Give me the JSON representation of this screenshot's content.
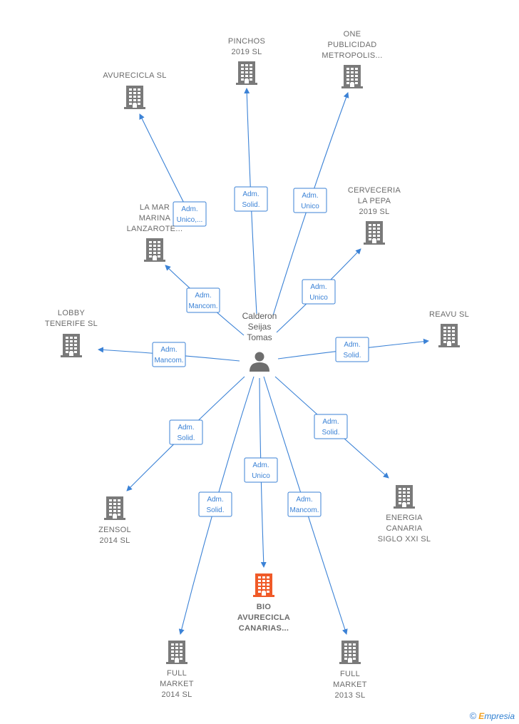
{
  "person": {
    "name_lines": [
      "Calderon",
      "Seijas",
      "Tomas"
    ]
  },
  "companies": [
    {
      "id": "avurecicla",
      "lines": [
        "AVURECICLA SL"
      ],
      "focus": false
    },
    {
      "id": "pinchos",
      "lines": [
        "PINCHOS",
        "2019  SL"
      ],
      "focus": false
    },
    {
      "id": "one",
      "lines": [
        "ONE",
        "PUBLICIDAD",
        "METROPOLIS..."
      ],
      "focus": false
    },
    {
      "id": "lamar",
      "lines": [
        "LA MAR",
        "MARINA",
        "LANZAROTE..."
      ],
      "focus": false
    },
    {
      "id": "cerveceria",
      "lines": [
        "CERVECERIA",
        "LA PEPA",
        "2019  SL"
      ],
      "focus": false
    },
    {
      "id": "lobby",
      "lines": [
        "LOBBY",
        "TENERIFE  SL"
      ],
      "focus": false
    },
    {
      "id": "reavu",
      "lines": [
        "REAVU SL"
      ],
      "focus": false
    },
    {
      "id": "zensol",
      "lines": [
        "ZENSOL",
        "2014  SL"
      ],
      "focus": false
    },
    {
      "id": "energia",
      "lines": [
        "ENERGIA",
        "CANARIA",
        "SIGLO XXI  SL"
      ],
      "focus": false
    },
    {
      "id": "bio",
      "lines": [
        "BIO",
        "AVURECICLA",
        "CANARIAS..."
      ],
      "focus": true
    },
    {
      "id": "fm2014",
      "lines": [
        "FULL",
        "MARKET",
        "2014  SL"
      ],
      "focus": false
    },
    {
      "id": "fm2013",
      "lines": [
        "FULL",
        "MARKET",
        "2013 SL"
      ],
      "focus": false
    }
  ],
  "relations": [
    {
      "to": "avurecicla",
      "lines": [
        "Adm.",
        "Unico,..."
      ]
    },
    {
      "to": "pinchos",
      "lines": [
        "Adm.",
        "Solid."
      ]
    },
    {
      "to": "one",
      "lines": [
        "Adm.",
        "Unico"
      ]
    },
    {
      "to": "lamar",
      "lines": [
        "Adm.",
        "Mancom."
      ]
    },
    {
      "to": "cerveceria",
      "lines": [
        "Adm.",
        "Unico"
      ]
    },
    {
      "to": "lobby",
      "lines": [
        "Adm.",
        "Mancom."
      ]
    },
    {
      "to": "reavu",
      "lines": [
        "Adm.",
        "Solid."
      ]
    },
    {
      "to": "zensol",
      "lines": [
        "Adm.",
        "Solid."
      ]
    },
    {
      "to": "energia",
      "lines": [
        "Adm.",
        "Solid."
      ]
    },
    {
      "to": "bio",
      "lines": [
        "Adm.",
        "Unico"
      ]
    },
    {
      "to": "fm2014",
      "lines": [
        "Adm.",
        "Solid."
      ]
    },
    {
      "to": "fm2013",
      "lines": [
        "Adm.",
        "Mancom."
      ]
    }
  ],
  "colors": {
    "edge": "#3b82d6",
    "building": "#7a7a7a",
    "building_focus": "#f05a28",
    "person": "#6e6e6e"
  },
  "footer": {
    "copyright": "©",
    "brand_initial": "E",
    "brand_rest": "mpresia"
  }
}
